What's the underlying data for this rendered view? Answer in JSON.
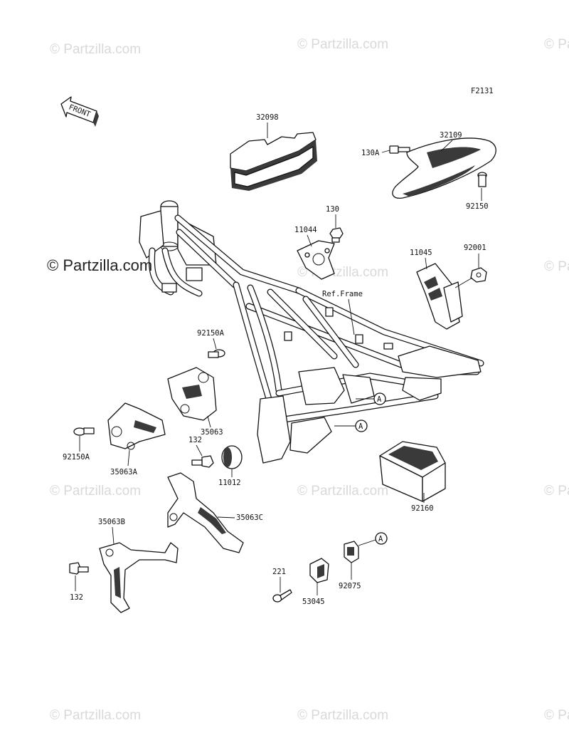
{
  "figure_code": "F2131",
  "front_arrow_label": "FRONT",
  "watermarks": {
    "small": "© Partzilla.com",
    "large": "© Partzilla.com"
  },
  "callouts": {
    "c32098": "32098",
    "c32109": "32109",
    "c130A": "130A",
    "c92150": "92150",
    "c130": "130",
    "c11044": "11044",
    "c11045": "11045",
    "c92001": "92001",
    "cRefFrame": "Ref.Frame",
    "c92150A_top": "92150A",
    "c35063": "35063",
    "c92150A_left": "92150A",
    "c35063A": "35063A",
    "c132_mid": "132",
    "c11012": "11012",
    "c92160": "92160",
    "c35063C": "35063C",
    "c35063B": "35063B",
    "c132_bottom": "132",
    "c221": "221",
    "c53045": "53045",
    "c92075": "92075"
  },
  "markers": {
    "A1": "A",
    "A2": "A",
    "A3": "A"
  }
}
